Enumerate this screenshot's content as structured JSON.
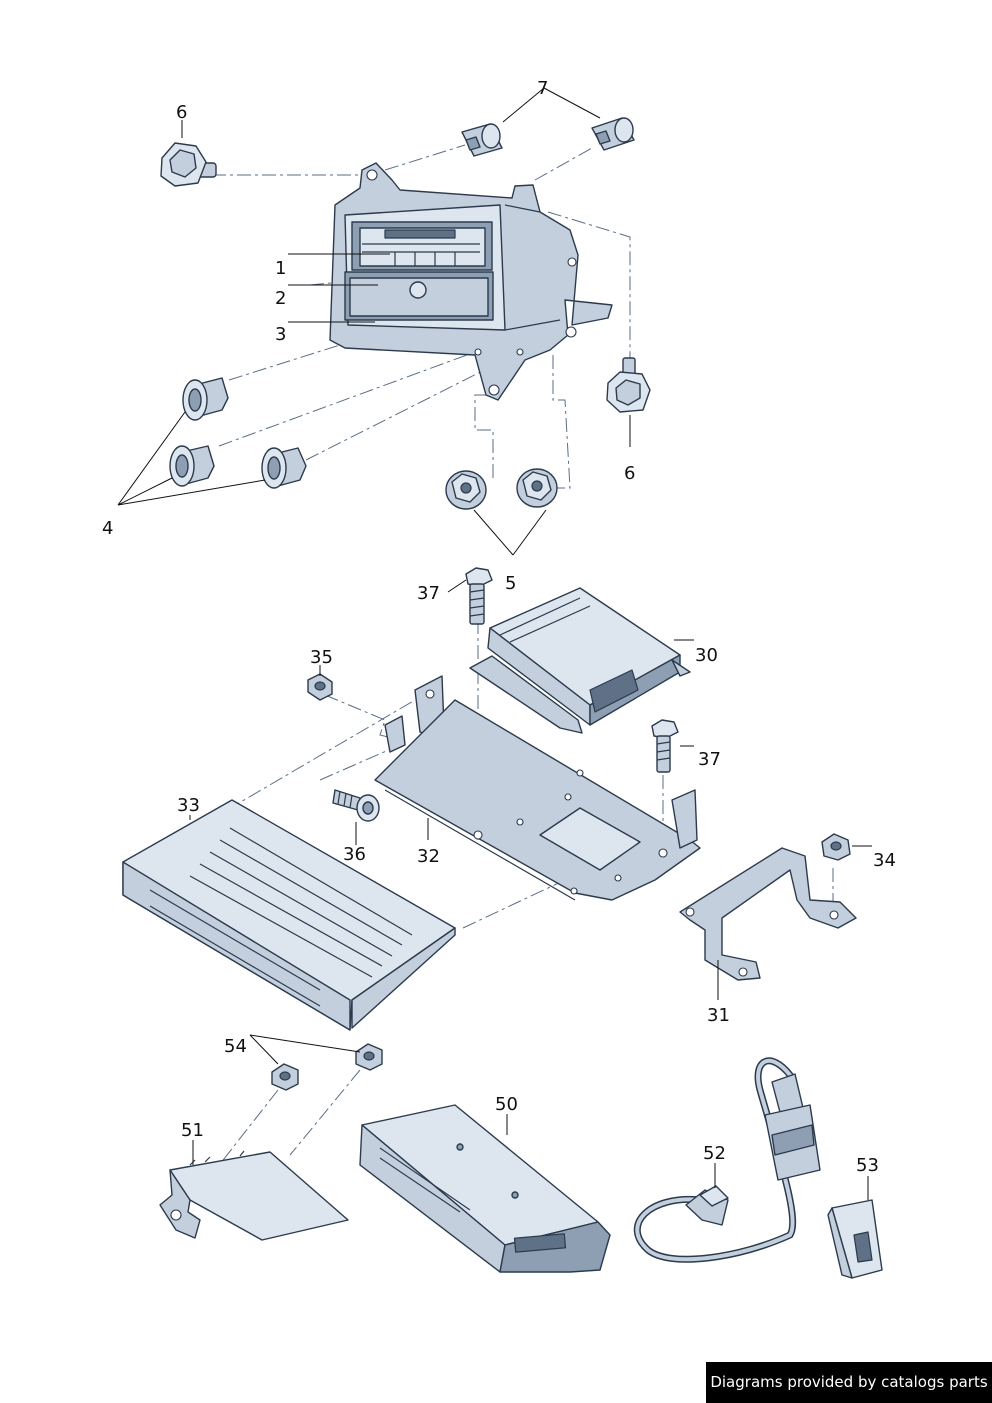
{
  "callouts": {
    "c1": "1",
    "c2": "2",
    "c3": "3",
    "c4": "4",
    "c5": "5",
    "c6a": "6",
    "c6b": "6",
    "c7": "7",
    "c30": "30",
    "c31": "31",
    "c32": "32",
    "c33": "33",
    "c34": "34",
    "c35": "35",
    "c36": "36",
    "c37a": "37",
    "c37b": "37",
    "c50": "50",
    "c51": "51",
    "c52": "52",
    "c53": "53",
    "c54": "54"
  },
  "footer": {
    "credit": "Diagrams provided by catalogs parts"
  },
  "colors": {
    "part_fill": "#c3cfdc",
    "part_outline": "#2b3a4d",
    "credit_bg": "#000000"
  }
}
